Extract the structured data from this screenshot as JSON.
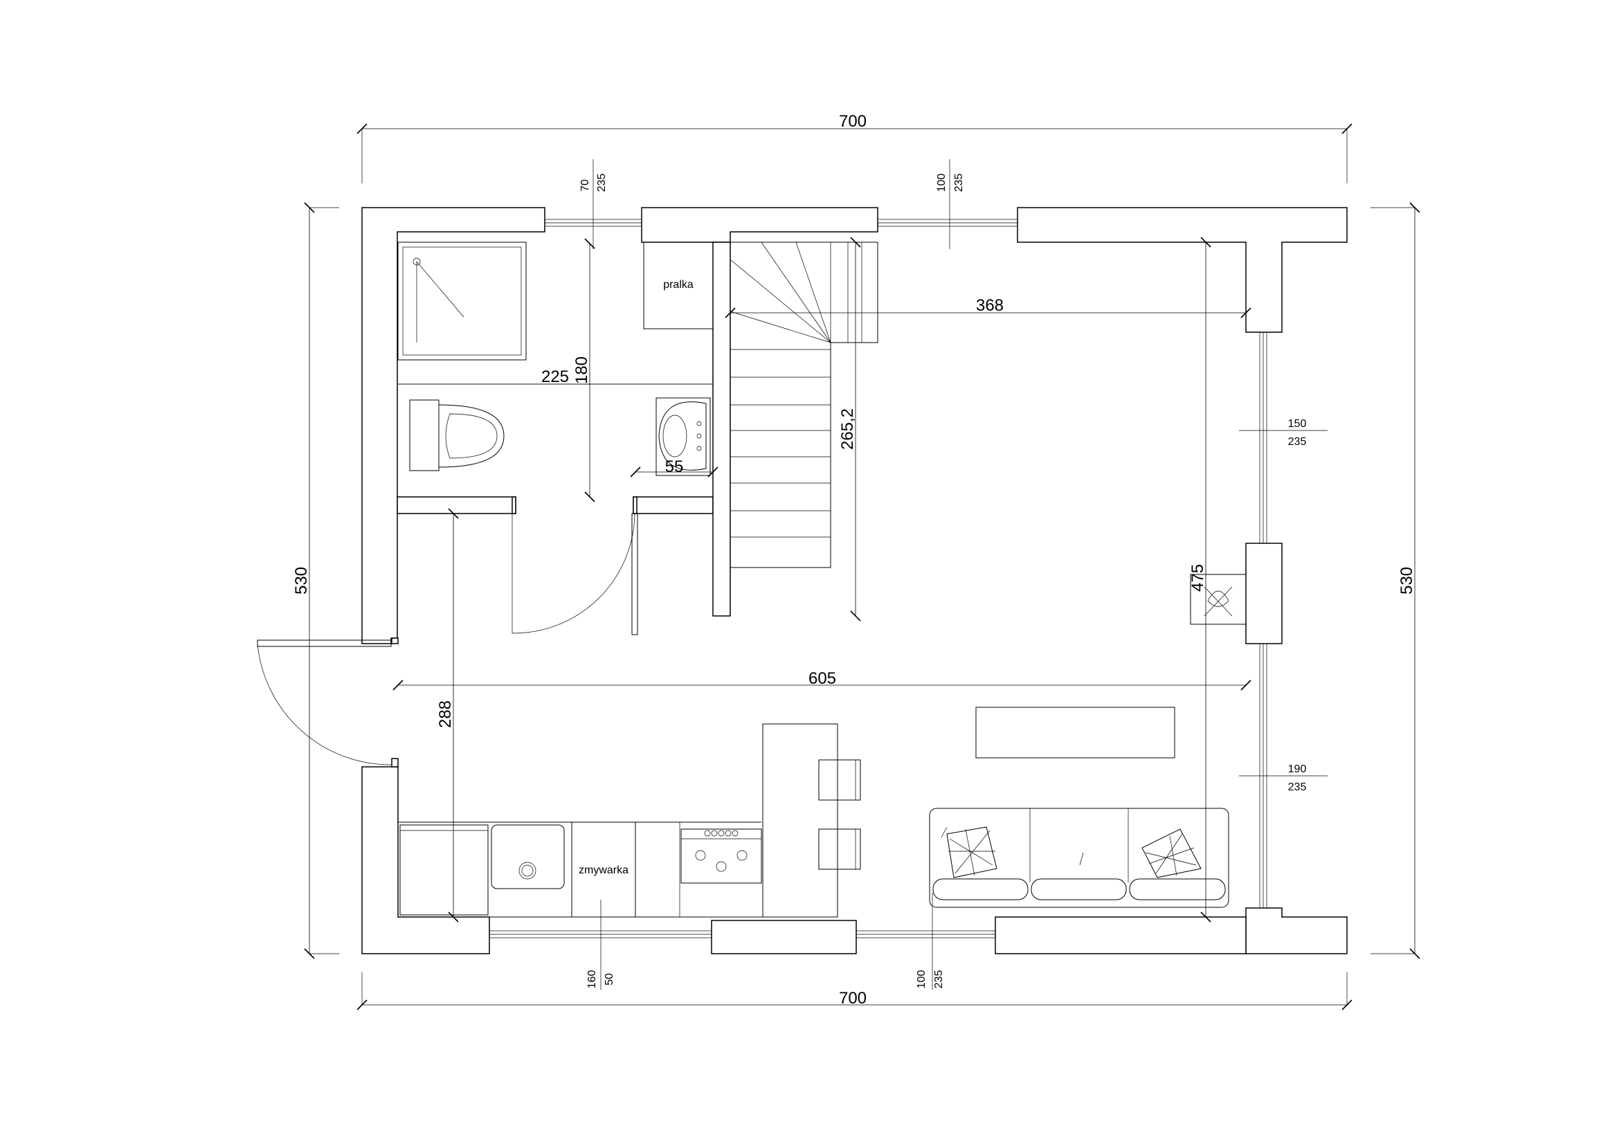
{
  "dimensions": {
    "top_total": "700",
    "bottom_total": "700",
    "left_height": "530",
    "right_height": "530",
    "bathroom_width": "225",
    "bathroom_depth": "180",
    "sink_width": "55",
    "stairs_length": "265,2",
    "upper_room_width": "368",
    "right_room_depth": "475",
    "living_width": "605",
    "living_depth": "288"
  },
  "windows": {
    "top_left": {
      "width": "70",
      "height": "235"
    },
    "top_mid": {
      "width": "100",
      "height": "235"
    },
    "right_upper": {
      "width": "150",
      "height": "235"
    },
    "right_lower": {
      "width": "190",
      "height": "235"
    },
    "bottom_left": {
      "width": "160",
      "height": "50"
    },
    "bottom_mid": {
      "width": "100",
      "height": "235"
    }
  },
  "labels": {
    "washing_machine": "pralka",
    "dishwasher": "zmywarka"
  },
  "icons": [
    "shower-icon",
    "toilet-icon",
    "washbasin-icon",
    "sink-icon",
    "cooktop-icon",
    "fireplace-icon",
    "sofa-icon",
    "cushion-icon"
  ]
}
